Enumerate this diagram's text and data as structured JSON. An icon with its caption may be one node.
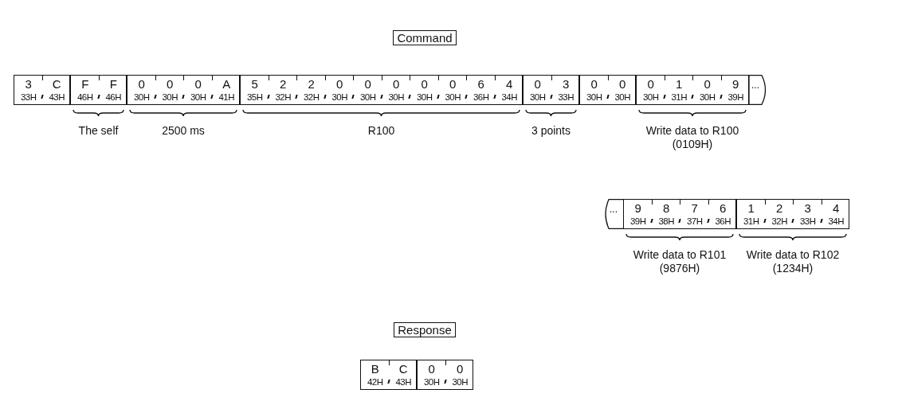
{
  "diagram": {
    "nodes": [
      {
        "text": [
          "Command"
        ]
      },
      {
        "text": [],
        "shape": "box"
      },
      {
        "text": [
          "3",
          "33H"
        ],
        "in": 1
      },
      {
        "text": [
          "C",
          "43H"
        ],
        "in": 1
      },
      {
        "text": [],
        "shape": "box",
        "beside": [
          "The self"
        ]
      },
      {
        "text": [
          "F",
          "46H"
        ],
        "in": 4
      },
      {
        "text": [
          "F",
          "46H"
        ],
        "in": 4
      },
      {
        "text": [],
        "shape": "box",
        "beside": [
          "2500 ms"
        ]
      },
      {
        "text": [
          "0",
          "30H"
        ],
        "in": 7
      },
      {
        "text": [
          "0",
          "30H"
        ],
        "in": 7
      },
      {
        "text": [
          "0",
          "30H"
        ],
        "in": 7
      },
      {
        "text": [
          "A",
          "41H"
        ],
        "in": 7
      },
      {
        "text": [],
        "shape": "box",
        "beside": [
          "R100"
        ]
      },
      {
        "text": [
          "5",
          "35H"
        ],
        "in": 12
      },
      {
        "text": [
          "2",
          "32H"
        ],
        "in": 12
      },
      {
        "text": [
          "2",
          "32H"
        ],
        "in": 12
      },
      {
        "text": [
          "0",
          "30H"
        ],
        "in": 12
      },
      {
        "text": [
          "0",
          "30H"
        ],
        "in": 12
      },
      {
        "text": [
          "0",
          "30H"
        ],
        "in": 12
      },
      {
        "text": [
          "0",
          "30H"
        ],
        "in": 12
      },
      {
        "text": [
          "0",
          "30H"
        ],
        "in": 12
      },
      {
        "text": [
          "6",
          "36H"
        ],
        "in": 12
      },
      {
        "text": [
          "4",
          "34H"
        ],
        "in": 12
      },
      {
        "text": [],
        "shape": "box",
        "beside": [
          "3 points"
        ]
      },
      {
        "text": [
          "0",
          "30H"
        ],
        "in": 23
      },
      {
        "text": [
          "3",
          "33H"
        ],
        "in": 23
      },
      {
        "text": [],
        "shape": "box"
      },
      {
        "text": [
          "0",
          "30H"
        ],
        "in": 26
      },
      {
        "text": [
          "0",
          "30H"
        ],
        "in": 26
      },
      {
        "text": [],
        "shape": "box",
        "beside": [
          "Write data to R100 (0109H)"
        ]
      },
      {
        "text": [
          "0",
          "30H"
        ],
        "in": 29
      },
      {
        "text": [
          "1",
          "31H"
        ],
        "in": 29
      },
      {
        "text": [
          "0",
          "30H"
        ],
        "in": 29
      },
      {
        "text": [
          "9",
          "39H"
        ],
        "in": 29
      },
      {
        "text": [
          "..."
        ]
      },
      {
        "text": [
          "..."
        ]
      },
      {
        "text": [],
        "shape": "box",
        "beside": [
          "Write data to R101 (9876H)"
        ]
      },
      {
        "text": [
          "9",
          "39H"
        ],
        "in": 36
      },
      {
        "text": [
          "8",
          "38H"
        ],
        "in": 36
      },
      {
        "text": [
          "7",
          "37H"
        ],
        "in": 36
      },
      {
        "text": [
          "6",
          "36H"
        ],
        "in": 36
      },
      {
        "text": [],
        "shape": "box",
        "beside": [
          "Write data to R102 (1234H)"
        ]
      },
      {
        "text": [
          "1",
          "31H"
        ],
        "in": 41
      },
      {
        "text": [
          "2",
          "32H"
        ],
        "in": 41
      },
      {
        "text": [
          "3",
          "33H"
        ],
        "in": 41
      },
      {
        "text": [
          "4",
          "34H"
        ],
        "in": 41
      },
      {
        "text": [
          "Response"
        ]
      },
      {
        "text": [],
        "shape": "box"
      },
      {
        "text": [
          "B",
          "42H"
        ],
        "in": 47
      },
      {
        "text": [
          "C",
          "43H"
        ],
        "in": 47
      },
      {
        "text": [],
        "shape": "box"
      },
      {
        "text": [
          "0",
          "30H"
        ],
        "in": 50
      },
      {
        "text": [
          "0",
          "30H"
        ],
        "in": 50
      }
    ]
  }
}
